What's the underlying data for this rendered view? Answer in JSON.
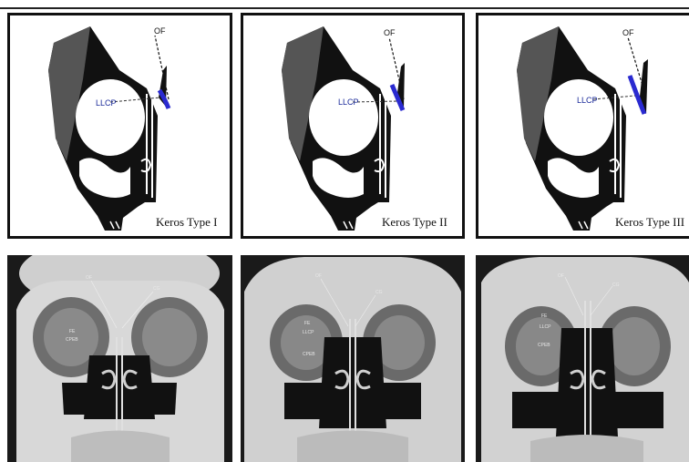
{
  "panels": [
    {
      "type_label": "Keros Type I",
      "of": "OF",
      "llcp": "LLCP"
    },
    {
      "type_label": "Keros Type II",
      "of": "OF",
      "llcp": "LLCP"
    },
    {
      "type_label": "Keros Type III",
      "of": "OF",
      "llcp": "LLCP"
    }
  ],
  "ct": [
    {
      "labels": {
        "of": "OF",
        "cg": "CG",
        "fe": "FE",
        "cpeb": "CPEB"
      }
    },
    {
      "labels": {
        "of": "OF",
        "cg": "CG",
        "fe": "FE",
        "llcp": "LLCP",
        "cpeb": "CPEB"
      }
    },
    {
      "labels": {
        "of": "OF",
        "cg": "CG",
        "fe": "FE",
        "llcp": "LLCP",
        "cpeb": "CPEB"
      }
    }
  ],
  "colors": {
    "bone": "#111111",
    "highlight": "#2a2ad0",
    "ct_bg": "#1a1a1a"
  }
}
